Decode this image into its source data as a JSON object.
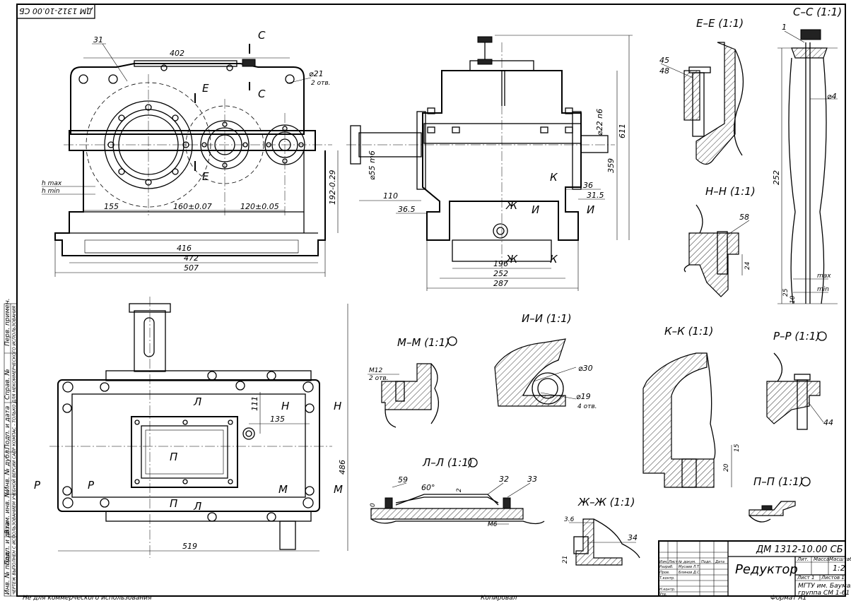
{
  "frame": {
    "stamp_top_left": "ДМ 1312-10.00 СБ",
    "bottom_left_note": "Не для коммерческого использования",
    "left_strip_labels": [
      "Перв. примен.",
      "Справ. №",
      "Подп. и дата",
      "Инв. № дубл.",
      "Взам. инв. №",
      "Подп. и дата",
      "Инв. № подл."
    ],
    "left_strip_long": "ЧЕРТЕЖ ВЫПОЛНЕН С ИСПОЛЬЗОВАНИЕМ УЧЕБНОЙ ВЕРСИИ САПР КОМПАС - ТОЛЬКО ДЛЯ НЕКОММЕРЧЕСКОГО ИСПОЛЬЗОВАНИЯ",
    "bottom_copy": "Копировал",
    "bottom_format": "Формат A1"
  },
  "title_block": {
    "designation": "ДМ 1312-10.00 СБ",
    "name": "Редуктор",
    "col_lit": "Лит.",
    "col_mass": "Масса",
    "col_scale": "Масштаб",
    "scale": "1:2",
    "sheet": "Лист 1",
    "sheets": "Листов 1",
    "org_line1": "МГТУ им. Баумана",
    "org_line2": "группа СМ 1-61",
    "hdr_izm": "Изм.",
    "hdr_list": "Лист",
    "hdr_doc": "№ докум.",
    "hdr_sign": "Подп.",
    "hdr_date": "Дата",
    "role_dev": "Разраб.",
    "role_check": "Пров.",
    "role_tcontr": "Т.контр.",
    "role_ncontr": "Н.контр.",
    "role_appr": "Утв.",
    "dev_name": "Мусаев Л.Т.",
    "check_name": "Блинов Д.С."
  },
  "views": {
    "front": {
      "pos_31": "31",
      "dim_402": "402",
      "dim_d21": "⌀21",
      "dim_d21_note": "2 отв.",
      "sec_c": "С",
      "sec_e": "Е",
      "hmax": "h max",
      "hmin": "h min",
      "dim_155": "155",
      "dim_160": "160±0.07",
      "dim_120": "120±0.05",
      "dim_416": "416",
      "dim_472": "472",
      "dim_507": "507",
      "dim_192": "192-0.29"
    },
    "side": {
      "dim_d55": "⌀55 m6",
      "dim_d22": "⌀22 n6",
      "dim_611": "611",
      "dim_359": "359",
      "dim_110": "110",
      "dim_365": "36.5",
      "dim_36": "36",
      "dim_315": "31.5",
      "dim_196": "196",
      "dim_252": "252",
      "dim_287": "287",
      "sec_zh": "Ж",
      "sec_i": "И",
      "sec_k": "К"
    },
    "top": {
      "dim_111": "111",
      "dim_135": "135",
      "dim_486": "486",
      "dim_519": "519",
      "sec_l": "Л",
      "sec_n": "Н",
      "sec_p": "П",
      "sec_r": "Р",
      "sec_m": "М"
    }
  },
  "sections": {
    "ee": {
      "title": "Е–Е (1:1)",
      "pos_45": "45",
      "pos_48": "48"
    },
    "cc": {
      "title": "С–С (1:1)",
      "pos_1": "1",
      "dim_d4": "⌀4",
      "dim_252": "252",
      "dim_25": "25",
      "dim_10": "10",
      "max": "max",
      "min": "min"
    },
    "nn": {
      "title": "Н–Н (1:1)",
      "pos_58": "58",
      "dim_24": "24"
    },
    "mm": {
      "title": "М–М (1:1)",
      "thread": "М12",
      "note": "2 отв."
    },
    "ii": {
      "title": "И–И (1:1)",
      "dim_d30": "⌀30",
      "dim_d19": "⌀19",
      "note": "4 отв."
    },
    "kk": {
      "title": "К–К (1:1)",
      "dim_15": "15",
      "dim_20": "20"
    },
    "rr": {
      "title": "Р–Р (1:1)",
      "pos_44": "44"
    },
    "ll": {
      "title": "Л–Л (1:1)",
      "pos_59": "59",
      "pos_32": "32",
      "pos_33": "33",
      "angle": "60°",
      "dim_2": "2",
      "dim_0": "0",
      "thread": "М6"
    },
    "pp": {
      "title": "П–П (1:1)"
    },
    "zhzh": {
      "title": "Ж–Ж (1:1)",
      "dim_36": "3.6",
      "dim_21": "21",
      "pos_34": "34"
    }
  },
  "colors": {
    "line": "#000000",
    "paper": "#ffffff"
  }
}
